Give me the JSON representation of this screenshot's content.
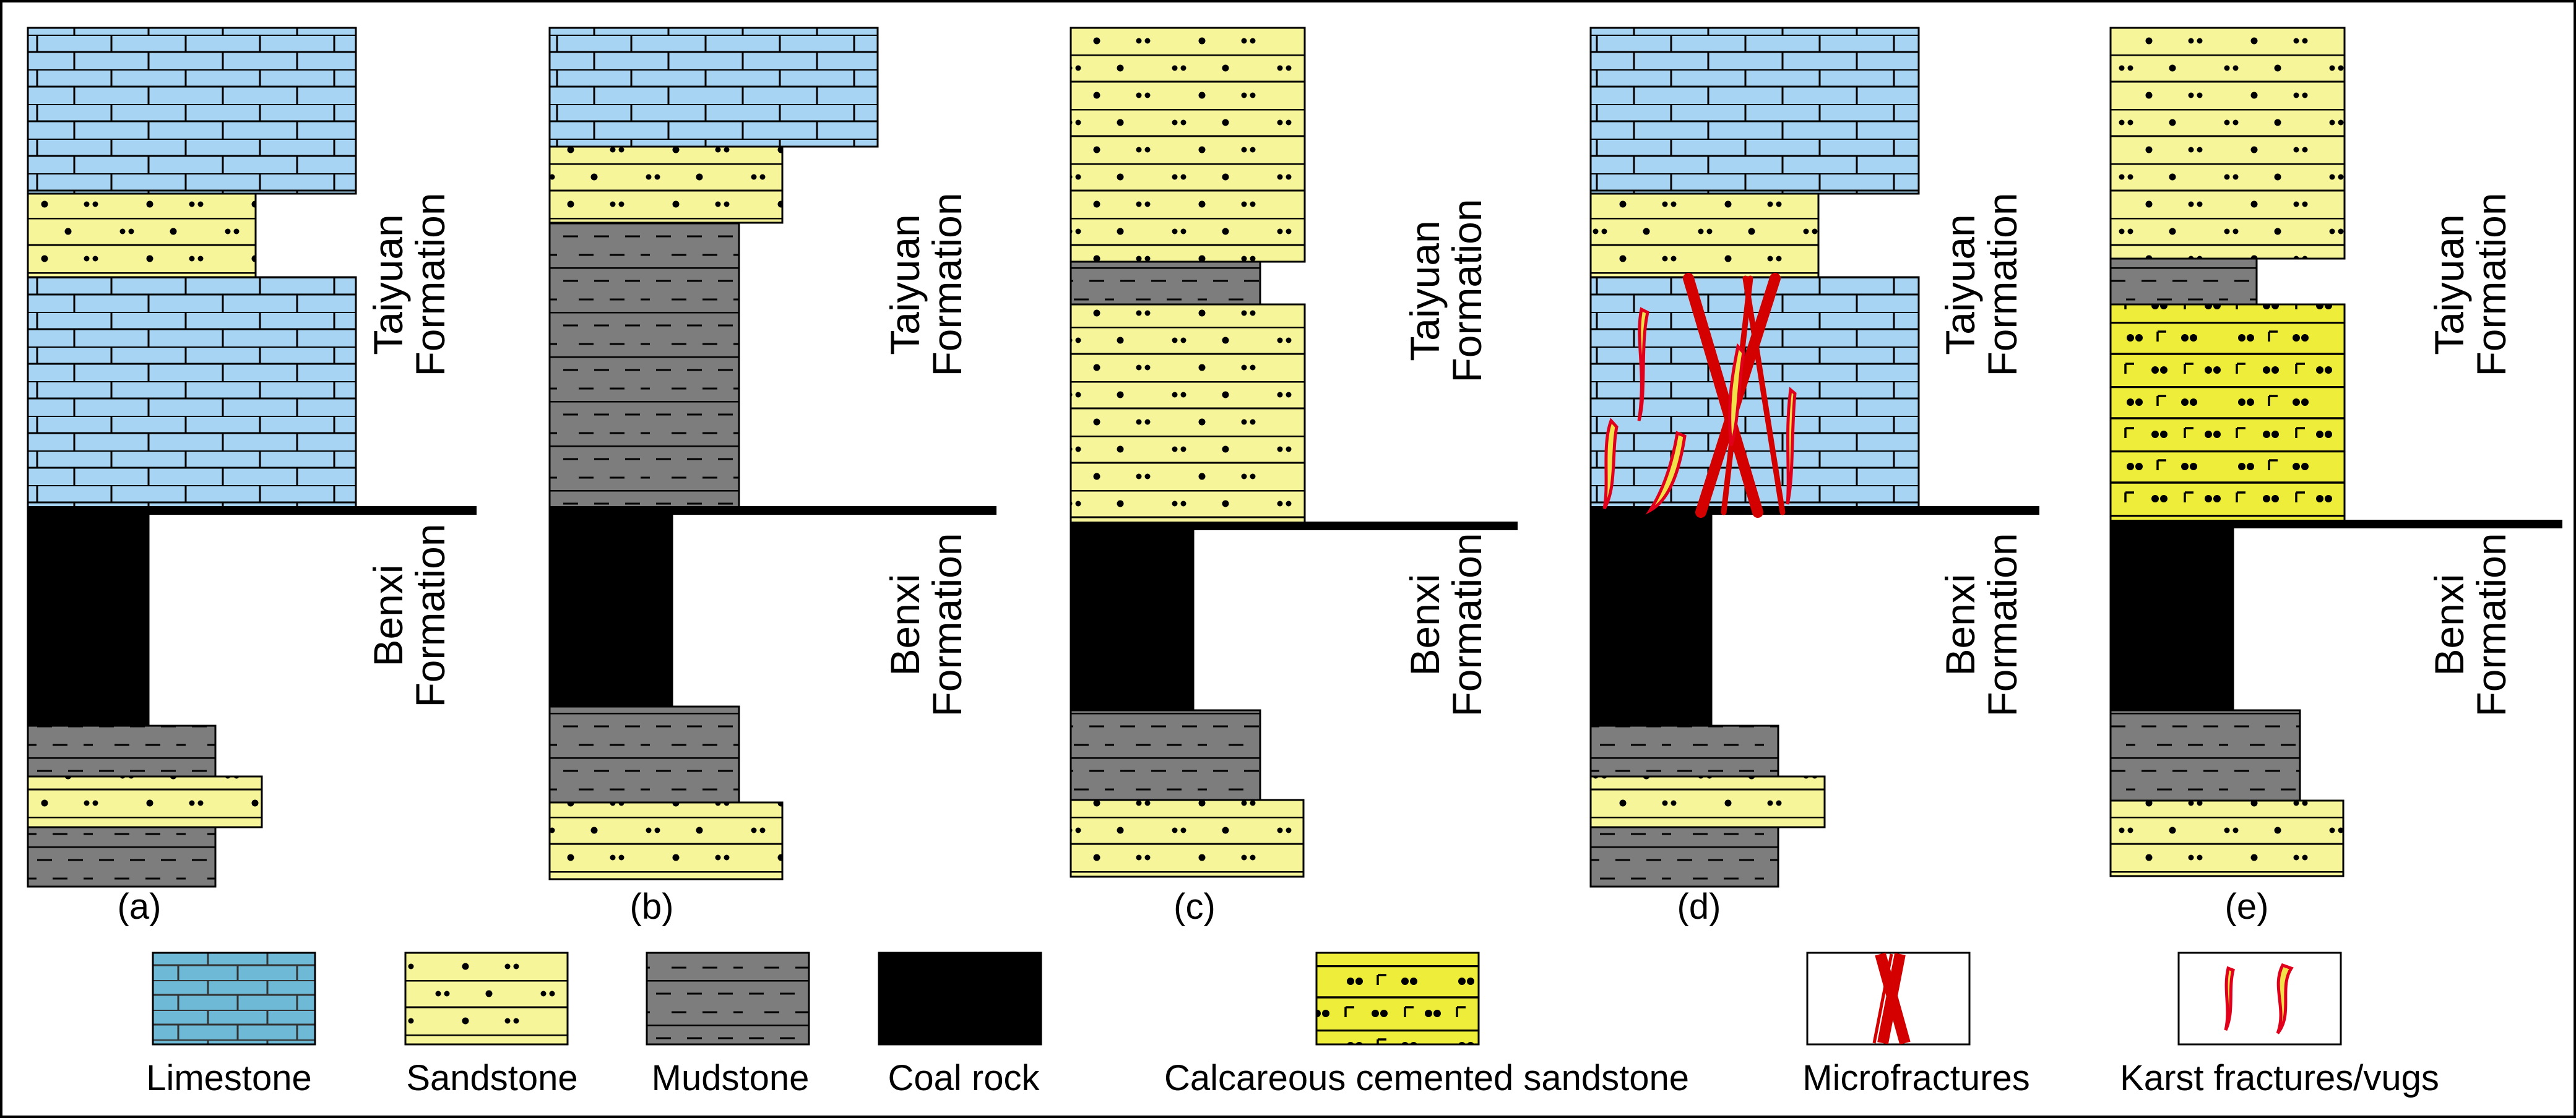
{
  "panels": [
    {
      "label": "(a)",
      "upper_formation": [
        "Taiyuan",
        "Formation"
      ],
      "lower_formation": [
        "Benxi",
        "Formation"
      ]
    },
    {
      "label": "(b)",
      "upper_formation": [
        "Taiyuan",
        "Formation"
      ],
      "lower_formation": [
        "Benxi",
        "Formation"
      ]
    },
    {
      "label": "(c)",
      "upper_formation": [
        "Taiyuan",
        "Formation"
      ],
      "lower_formation": [
        "Benxi",
        "Formation"
      ]
    },
    {
      "label": "(d)",
      "upper_formation": [
        "Taiyuan",
        "Formation"
      ],
      "lower_formation": [
        "Benxi",
        "Formation"
      ]
    },
    {
      "label": "(e)",
      "upper_formation": [
        "Taiyuan",
        "Formation"
      ],
      "lower_formation": [
        "Benxi",
        "Formation"
      ]
    }
  ],
  "legend": [
    {
      "icon": "limestone-icon",
      "label": "Limestone"
    },
    {
      "icon": "sandstone-icon",
      "label": "Sandstone"
    },
    {
      "icon": "mudstone-icon",
      "label": "Mudstone"
    },
    {
      "icon": "coal-rock-icon",
      "label": "Coal rock"
    },
    {
      "icon": "calcareous-cemented-sandstone-icon",
      "label": "Calcareous cemented sandstone"
    },
    {
      "icon": "microfractures-icon",
      "label": "Microfractures"
    },
    {
      "icon": "karst-fractures-vugs-icon",
      "label": "Karst fractures/vugs"
    }
  ],
  "colors": {
    "limestone": "#a7d4f2",
    "legend_limestone": "#6db9d6",
    "sandstone": "#f6f59a",
    "calcareous_sandstone": "#eeee3a",
    "mudstone": "#7d7d7d",
    "coal": "#000000",
    "fracture": "#d40000",
    "karst_fill": "#f2e24a",
    "karst_edge": "#e0001b"
  }
}
